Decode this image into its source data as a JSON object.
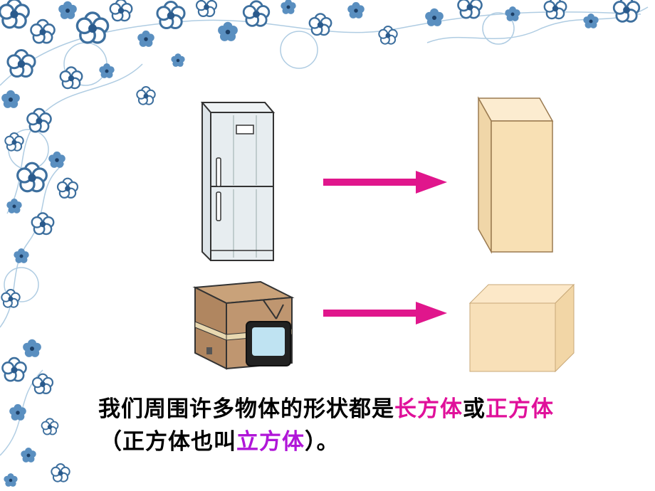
{
  "slide": {
    "caption_line1": {
      "prefix": "我们周围许多物体的形状都是",
      "term1": "长方体",
      "middle": "或",
      "term2": "正方体"
    },
    "caption_line2": {
      "open": "（正方体也叫",
      "term3": "立方体",
      "close": "）。"
    }
  },
  "colors": {
    "highlight_magenta": "#e0109a",
    "highlight_purple": "#b016d8",
    "arrow": "#e0168c",
    "box_fill": "#f8e0b4",
    "flower_blue": "#3d6f9e"
  },
  "illustrations": {
    "refrigerator": "refrigerator-icon",
    "tv_box": "tv-box-icon",
    "cuboid": "cuboid-shape",
    "cube": "cube-shape"
  }
}
